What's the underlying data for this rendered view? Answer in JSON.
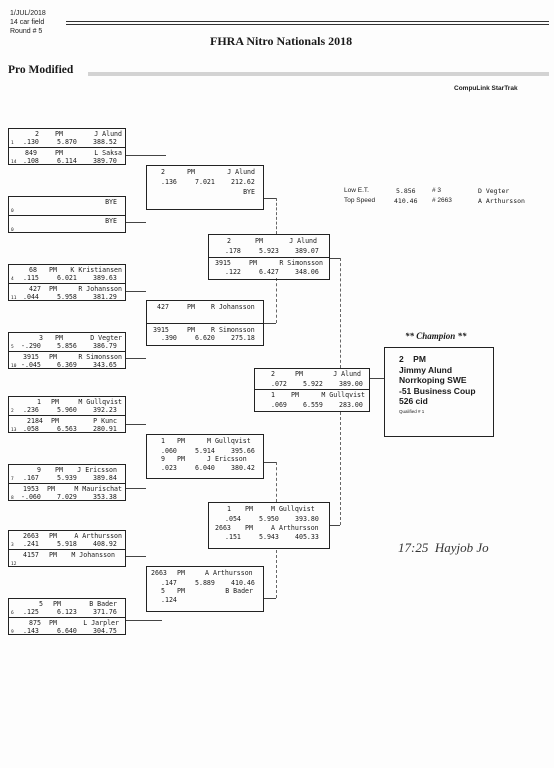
{
  "header": {
    "date": "1/JUL/2018",
    "field": "14 car field",
    "round": "Round # 5",
    "event_title": "FHRA Nitro Nationals 2018",
    "category": "Pro Modified",
    "brand": "CompuLink StarTrak"
  },
  "stats": {
    "low_et_label": "Low  E.T.",
    "low_et_value": "5.856",
    "low_et_num": "# 3",
    "low_et_driver": "D Vegter",
    "top_speed_label": "Top Speed",
    "top_speed_value": "410.46",
    "top_speed_num": "# 2663",
    "top_speed_driver": "A Arthursson"
  },
  "r1": [
    {
      "car": "2",
      "cls": "PM",
      "driver": "J Alund",
      "lane": "1",
      "rt": ".130",
      "et": "5.870",
      "mph": "388.52"
    },
    {
      "car": "849",
      "cls": "PM",
      "driver": "L Saksa",
      "lane": "14",
      "rt": ".108",
      "et": "6.114",
      "mph": "389.70"
    },
    {
      "car": "",
      "cls": "",
      "driver": "BYE",
      "lane": "0",
      "rt": "",
      "et": "",
      "mph": ""
    },
    {
      "car": "",
      "cls": "",
      "driver": "BYE",
      "lane": "0",
      "rt": "",
      "et": "",
      "mph": ""
    },
    {
      "car": "68",
      "cls": "PM",
      "driver": "K Kristiansen",
      "lane": "4",
      "rt": ".115",
      "et": "6.021",
      "mph": "389.63"
    },
    {
      "car": "427",
      "cls": "PM",
      "driver": "R Johansson",
      "lane": "11",
      "rt": ".044",
      "et": "5.958",
      "mph": "381.29"
    },
    {
      "car": "3",
      "cls": "PM",
      "driver": "D Vegter",
      "lane": "5",
      "rt": "-.290",
      "et": "5.856",
      "mph": "386.79"
    },
    {
      "car": "3915",
      "cls": "PM",
      "driver": "R Simonsson",
      "lane": "10",
      "rt": "-.045",
      "et": "6.369",
      "mph": "343.65"
    },
    {
      "car": "1",
      "cls": "PM",
      "driver": "M Gullqvist",
      "lane": "2",
      "rt": ".236",
      "et": "5.960",
      "mph": "392.23"
    },
    {
      "car": "2184",
      "cls": "PM",
      "driver": "P Kunc",
      "lane": "13",
      "rt": ".058",
      "et": "6.563",
      "mph": "280.91"
    },
    {
      "car": "9",
      "cls": "PM",
      "driver": "J Ericsson",
      "lane": "7",
      "rt": ".167",
      "et": "5.939",
      "mph": "389.84"
    },
    {
      "car": "1953",
      "cls": "PM",
      "driver": "M Maurischat",
      "lane": "8",
      "rt": "-.060",
      "et": "7.029",
      "mph": "353.38"
    },
    {
      "car": "2663",
      "cls": "PM",
      "driver": "A Arthursson",
      "lane": "3",
      "rt": ".241",
      "et": "5.918",
      "mph": "408.92"
    },
    {
      "car": "4157",
      "cls": "PM",
      "driver": "M Johansson",
      "lane": "12",
      "rt": "",
      "et": "",
      "mph": ""
    },
    {
      "car": "5",
      "cls": "PM",
      "driver": "B Bader",
      "lane": "6",
      "rt": ".125",
      "et": "6.123",
      "mph": "371.76"
    },
    {
      "car": "875",
      "cls": "PM",
      "driver": "L Jarpler",
      "lane": "9",
      "rt": ".143",
      "et": "6.640",
      "mph": "304.75"
    }
  ],
  "r2": [
    {
      "car": "2",
      "cls": "PM",
      "driver": "J Alund",
      "rt": ".136",
      "et": "7.021",
      "mph": "212.62"
    },
    {
      "car": "",
      "cls": "",
      "driver": "BYE",
      "rt": "",
      "et": "",
      "mph": ""
    },
    {
      "car": "427",
      "cls": "PM",
      "driver": "R Johansson",
      "rt": "",
      "et": "",
      "mph": ""
    },
    {
      "car": "3915",
      "cls": "PM",
      "driver": "R Simonsson",
      "rt": ".390",
      "et": "6.620",
      "mph": "275.18"
    },
    {
      "car": "1",
      "cls": "PM",
      "driver": "M Gullqvist",
      "rt": ".060",
      "et": "5.914",
      "mph": "395.66"
    },
    {
      "car": "9",
      "cls": "PM",
      "driver": "J Ericsson",
      "rt": ".023",
      "et": "6.040",
      "mph": "380.42"
    },
    {
      "car": "2663",
      "cls": "PM",
      "driver": "A Arthursson",
      "rt": ".147",
      "et": "5.889",
      "mph": "410.46"
    },
    {
      "car": "5",
      "cls": "PM",
      "driver": "B Bader",
      "rt": ".124",
      "et": "",
      "mph": ""
    }
  ],
  "r3": [
    {
      "car": "2",
      "cls": "PM",
      "driver": "J Alund",
      "rt": ".178",
      "et": "5.923",
      "mph": "389.07"
    },
    {
      "car": "3915",
      "cls": "PM",
      "driver": "R Simonsson",
      "rt": ".122",
      "et": "6.427",
      "mph": "348.06"
    },
    {
      "car": "1",
      "cls": "PM",
      "driver": "M Gullqvist",
      "rt": ".054",
      "et": "5.950",
      "mph": "393.80"
    },
    {
      "car": "2663",
      "cls": "PM",
      "driver": "A Arthursson",
      "rt": ".151",
      "et": "5.943",
      "mph": "405.33"
    }
  ],
  "final": [
    {
      "car": "2",
      "cls": "PM",
      "driver": "J Alund",
      "rt": ".072",
      "et": "5.922",
      "mph": "389.00"
    },
    {
      "car": "1",
      "cls": "PM",
      "driver": "M Gullqvist",
      "rt": ".069",
      "et": "6.559",
      "mph": "283.00"
    }
  ],
  "champion": {
    "label": "** Champion **",
    "car_line": "2    PM",
    "name": "Jimmy Alund",
    "town": "Norrkoping SWE",
    "car": "-51 Business Coup",
    "engine": "526 cid",
    "qualified": "Qualified # 1"
  },
  "signature": "17:25  Hayjob Jo"
}
